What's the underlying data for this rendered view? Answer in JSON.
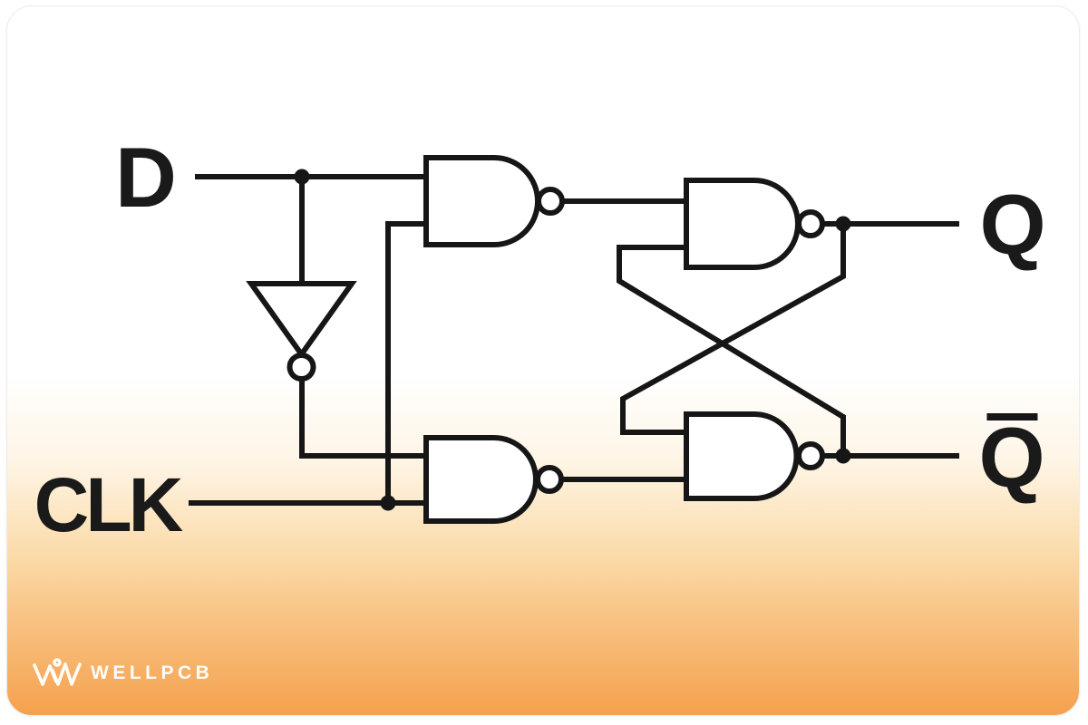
{
  "labels": {
    "d": "D",
    "clk": "CLK",
    "q": "Q",
    "q_bar": "Q"
  },
  "q_bar_overline": true,
  "watermark": {
    "brand": "WELLPCB"
  },
  "colors": {
    "line": "#161616",
    "label_text": "#1a1a1a",
    "card_top": "#ffffff",
    "card_bottom": "#f5a14d",
    "watermark": "#ffffff"
  },
  "circuit": {
    "kind": "logic-gate-schematic",
    "depicts": "Gated D latch built from four NAND gates and one inverter",
    "gates": [
      {
        "name": "inverter",
        "type": "NOT",
        "input": "D",
        "output": "D-bar"
      },
      {
        "name": "nand-top-left",
        "type": "NAND",
        "inputs": [
          "D",
          "CLK"
        ]
      },
      {
        "name": "nand-bottom-left",
        "type": "NAND",
        "inputs": [
          "D-bar",
          "CLK"
        ]
      },
      {
        "name": "nand-top-right",
        "type": "NAND",
        "inputs": [
          "nand-top-left.out",
          "Q-bar"
        ],
        "output": "Q"
      },
      {
        "name": "nand-bottom-right",
        "type": "NAND",
        "inputs": [
          "nand-bottom-left.out",
          "Q"
        ],
        "output": "Q-bar"
      }
    ],
    "junction_dots": 4
  }
}
